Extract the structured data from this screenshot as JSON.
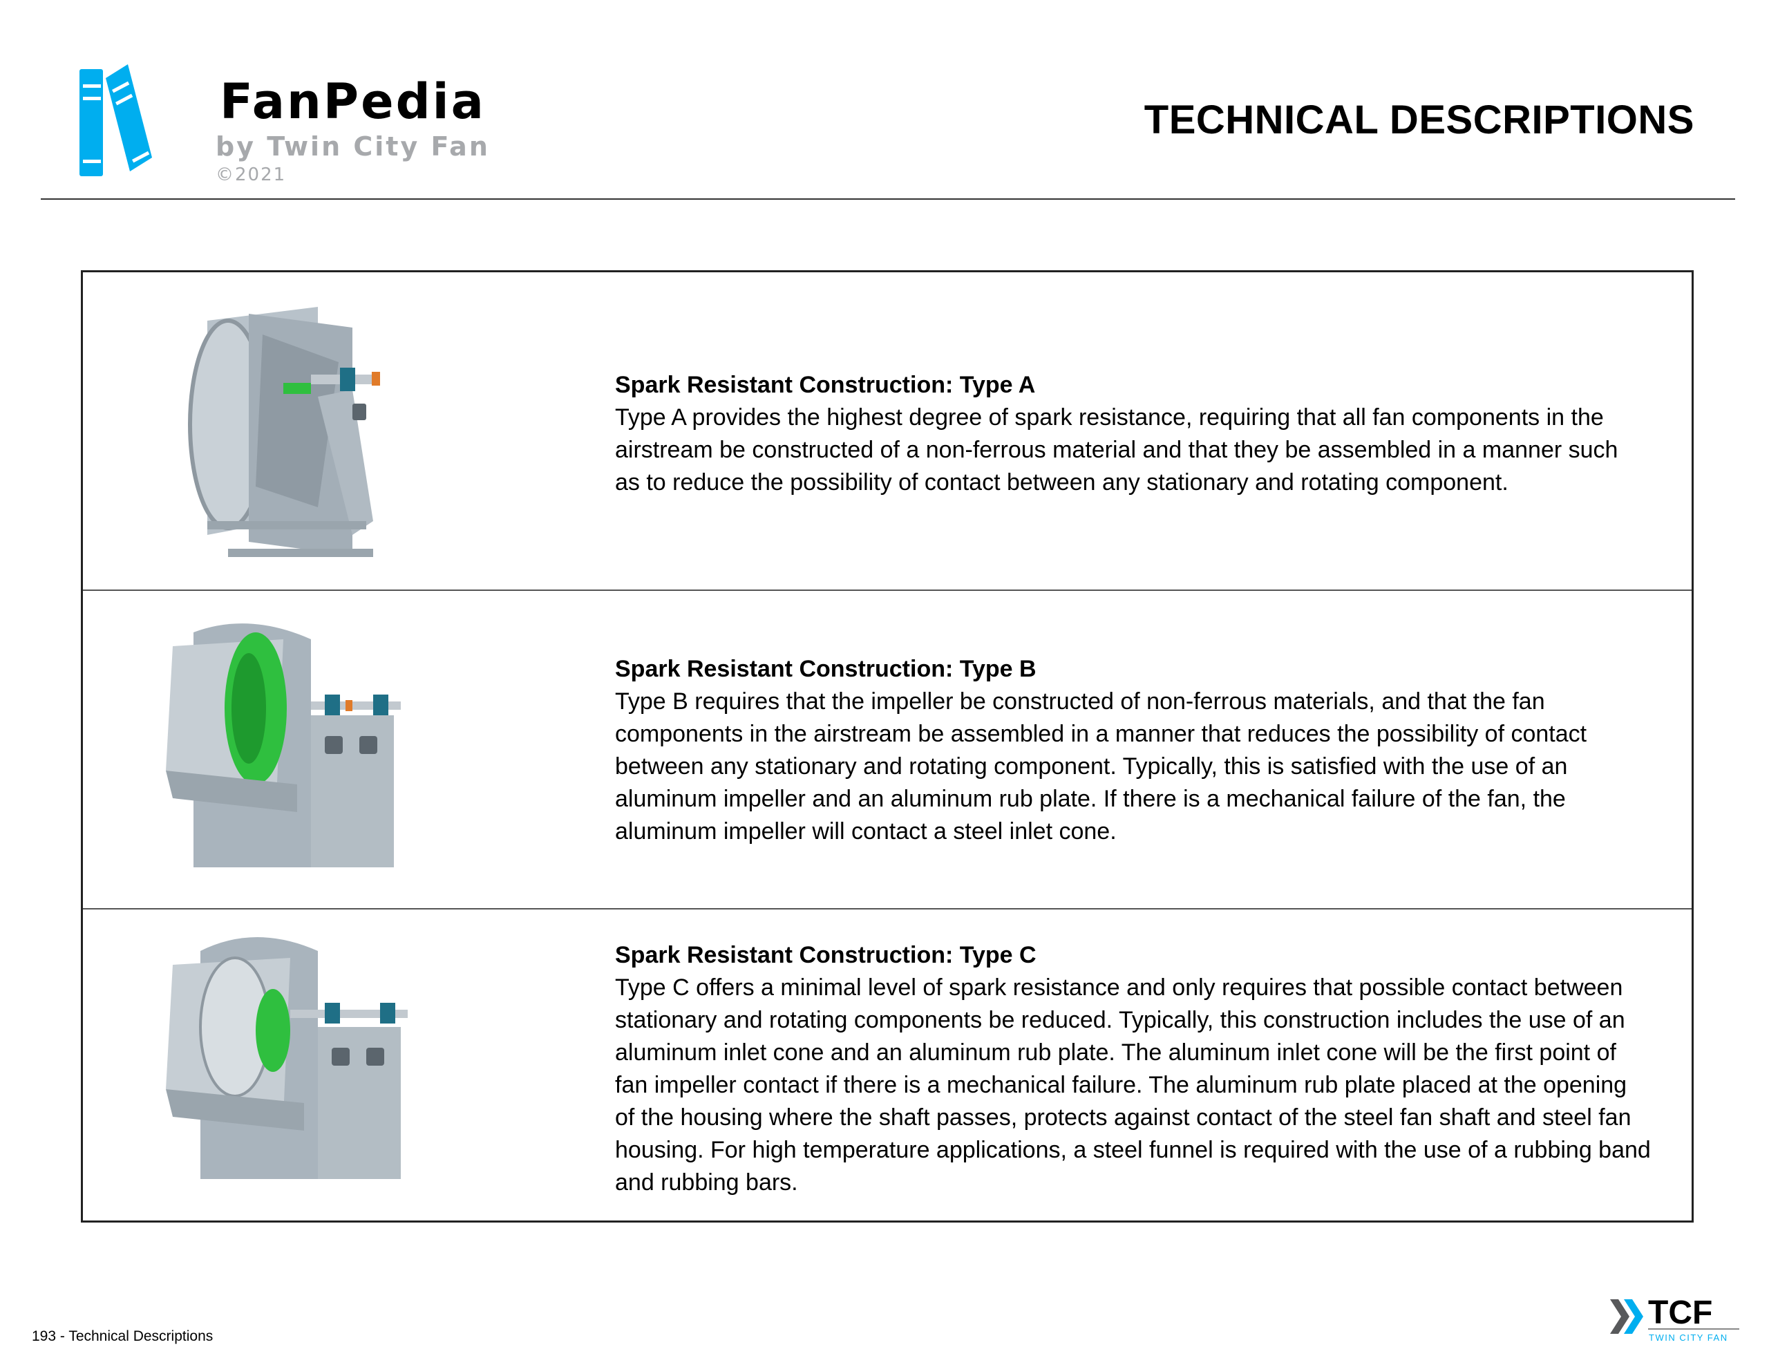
{
  "header": {
    "brand": "FanPedia",
    "brand_sub": "by Twin City Fan",
    "copyright": "©2021",
    "title": "TECHNICAL DESCRIPTIONS"
  },
  "rows": [
    {
      "heading": "Spark Resistant Construction: Type A",
      "lines": [
        "Type A provides the highest degree of spark resistance, requiring that all fan components in the",
        "airstream be constructed of a non-ferrous material and that they be assembled in a manner such",
        "as to reduce the possibility of contact between any stationary and rotating component."
      ]
    },
    {
      "heading": "Spark Resistant Construction: Type B",
      "lines": [
        "Type B requires that the impeller be constructed of non-ferrous materials, and that the fan",
        "components in the airstream be assembled in a manner that reduces the possibility of contact",
        "between any stationary and rotating component. Typically, this is satisfied with the use of an",
        "aluminum impeller and an aluminum rub plate. If there is a mechanical failure of the fan, the",
        "aluminum impeller will contact a steel inlet cone."
      ]
    },
    {
      "heading": "Spark Resistant Construction: Type C",
      "lines": [
        "Type C offers a minimal level of spark resistance and only requires that possible contact between",
        "stationary and rotating components be reduced. Typically, this construction includes the use of an",
        "aluminum inlet cone and an aluminum rub plate. The aluminum inlet cone will be the first point of",
        "fan impeller contact if there is a mechanical failure. The aluminum rub plate placed at the opening",
        "of the housing where the shaft passes, protects against contact of the steel fan shaft and steel fan",
        "housing. For high temperature applications, a steel funnel is required with the use of a rubbing band",
        "and rubbing bars."
      ]
    }
  ],
  "footer": {
    "page_label": "193 - Technical Descriptions",
    "logo_text": "TCF",
    "logo_sub": "Twin City Fan"
  },
  "colors": {
    "brand_blue": "#00aeef",
    "brand_gray": "#a7a9ac",
    "impeller_green": "#2fbf3f",
    "fan_gray": "#a9b4bd"
  }
}
